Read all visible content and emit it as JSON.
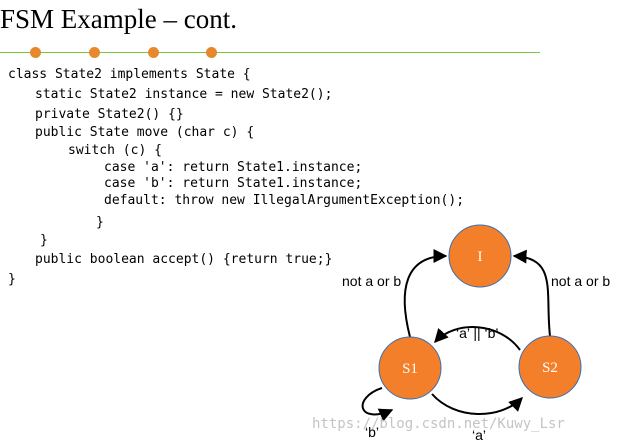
{
  "slide": {
    "title": "FSM Example – cont."
  },
  "code": {
    "lines": [
      "class State2 implements State {",
      "static State2 instance = new State2();",
      "private State2() {}",
      "public State move (char c) {",
      "switch (c) {",
      "case 'a': return State1.instance;",
      "case 'b': return State1.instance;",
      "default: throw new IllegalArgumentException();",
      "}",
      "}",
      "public boolean accept() {return true;}",
      "}"
    ]
  },
  "diagram": {
    "states": {
      "i": "I",
      "s1": "S1",
      "s2": "S2"
    },
    "edges": {
      "s1_to_i": "not a or b",
      "s2_to_i": "not a or b",
      "s2_to_s1": "‘a’ || ‘b’",
      "s1_self": "‘b’",
      "s1_to_s2": "‘a’"
    },
    "colors": {
      "state_fill": "#f47f2a",
      "state_stroke": "#3a6fb0",
      "accent_line": "#7dc242",
      "bullet": "#e8882c"
    }
  },
  "watermark": "https://blog.csdn.net/Kuwy_Lsr"
}
